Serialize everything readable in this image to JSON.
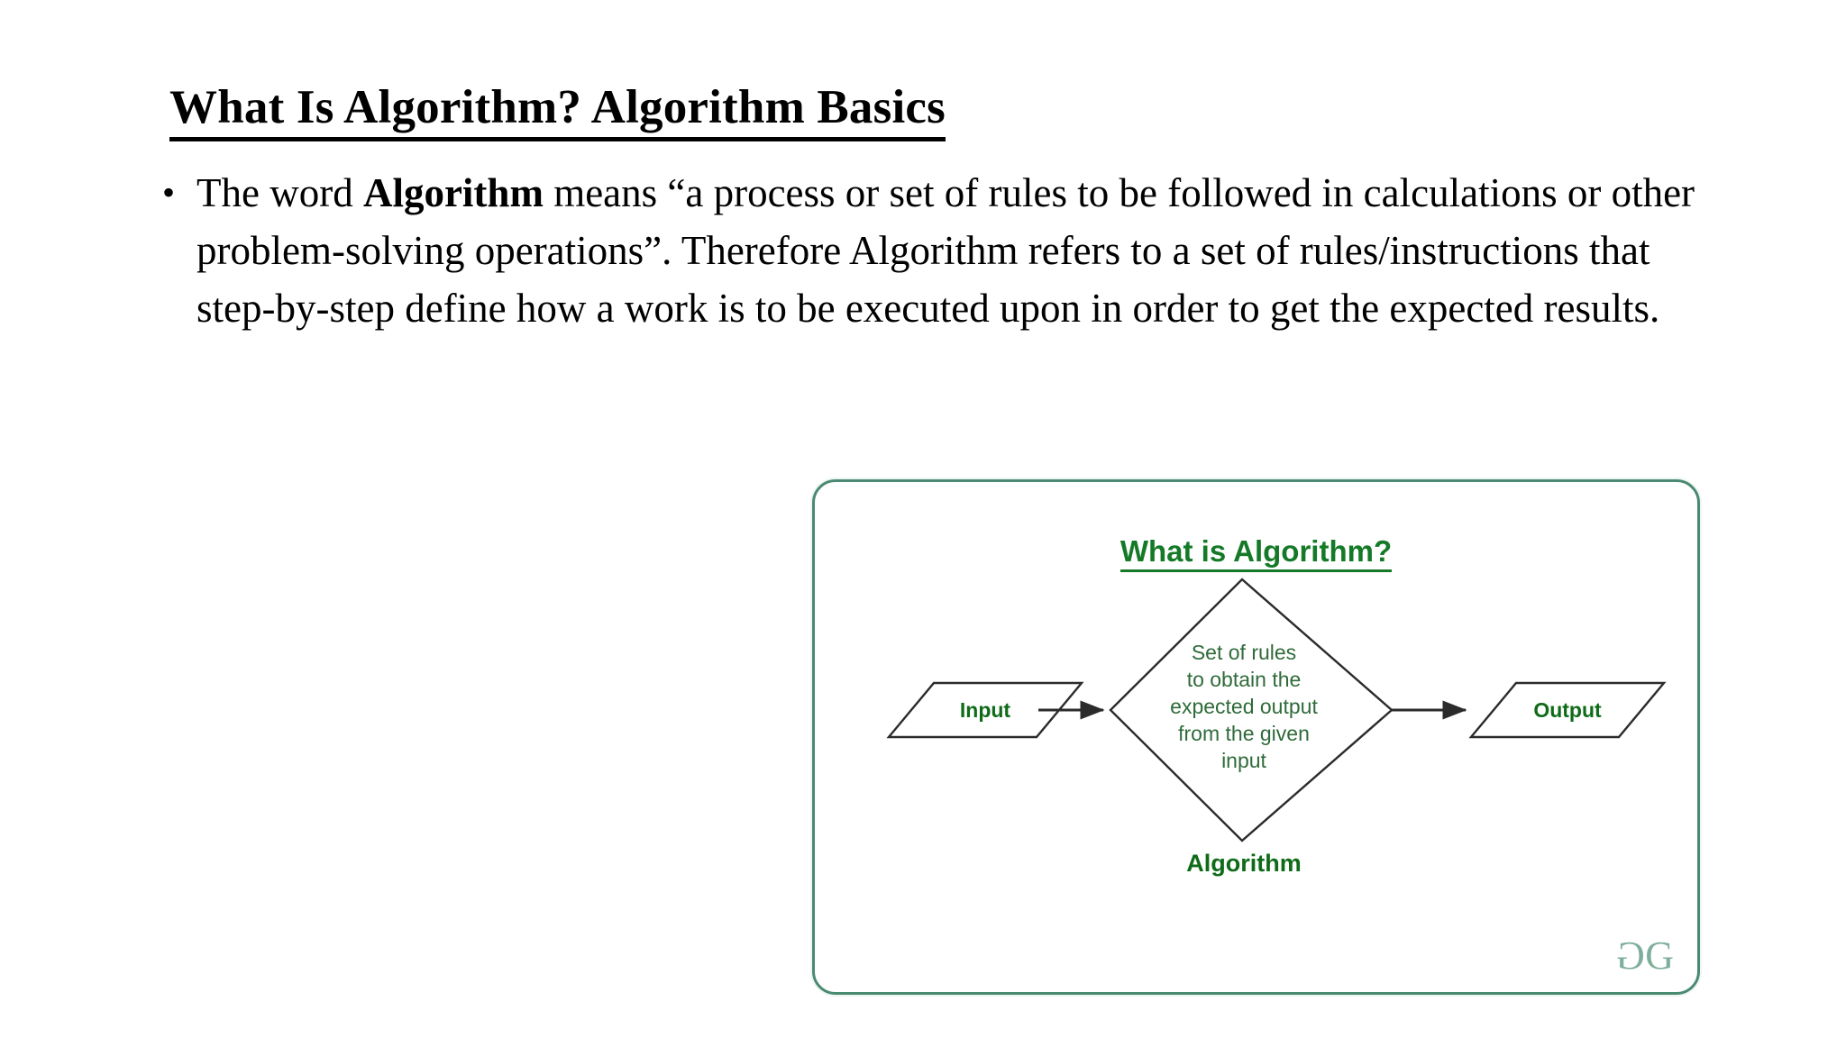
{
  "slide": {
    "title": "What Is Algorithm? Algorithm Basics",
    "bullet": {
      "marker": "•",
      "text_part1": "The word ",
      "text_bold": "Algorithm",
      "text_part2": " means “a process or set of rules to be followed in calculations or other problem-solving operations”. Therefore Algorithm refers to a set of rules/instructions that step-by-step define how a work is to be executed upon in order to get the expected results."
    }
  },
  "diagram": {
    "heading": "What is Algorithm?",
    "input_label": "Input",
    "output_label": "Output",
    "algorithm_label": "Algorithm",
    "diamond_lines": [
      "Set of rules",
      "to obtain the",
      "expected output",
      "from the given",
      "input"
    ],
    "watermark": {
      "left_glyph": "G",
      "right_glyph": "G"
    },
    "colors": {
      "border": "#4b8a72",
      "heading_green": "#157a27",
      "label_green": "#0f6b18",
      "body_green": "#2f6b3a",
      "stroke_dark": "#2b2b2b",
      "watermark": "#7fae9b"
    }
  }
}
